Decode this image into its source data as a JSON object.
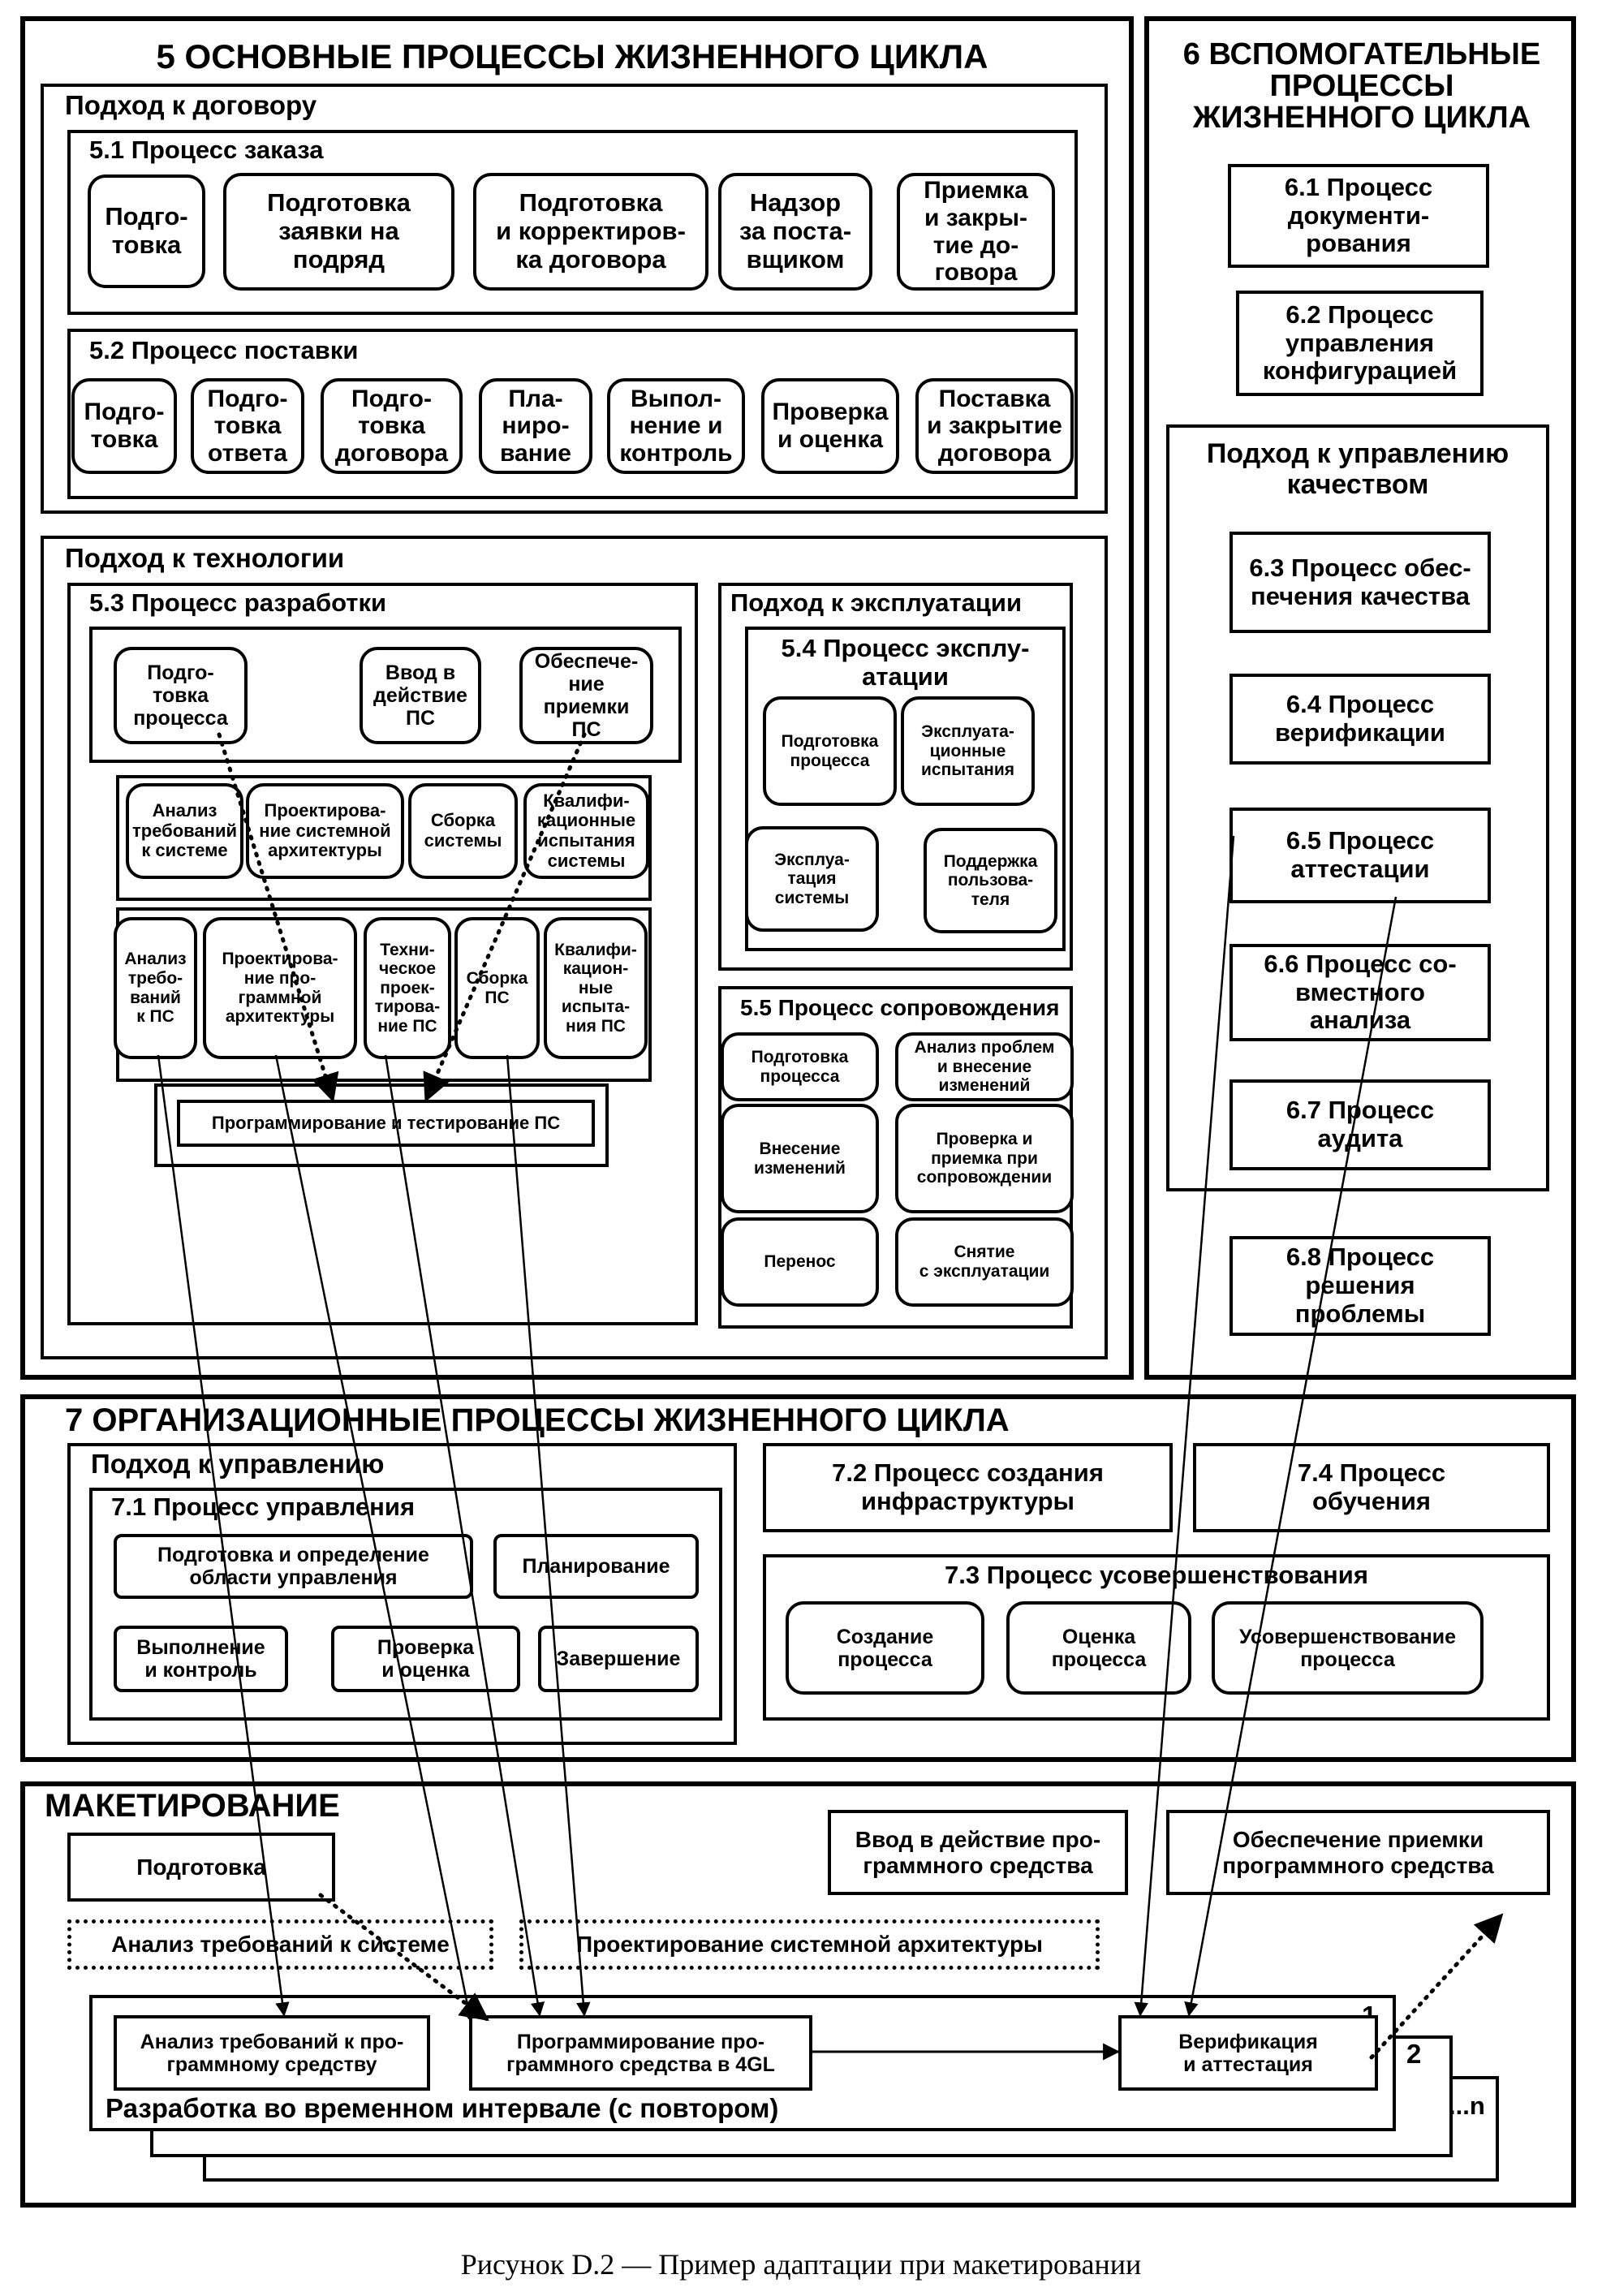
{
  "s5": {
    "title": "5 ОСНОВНЫЕ ПРОЦЕССЫ ЖИЗНЕННОГО ЦИКЛА",
    "contract": {
      "title": "Подход к договору",
      "p51": {
        "title": "5.1 Процесс заказа",
        "items": [
          "Подго-\nтовка",
          "Подготовка\nзаявки на\nподряд",
          "Подготовка\nи корректиров-\nка договора",
          "Надзор\nза поста-\nвщиком",
          "Приемка\nи закры-\nтие до-\nговора"
        ]
      },
      "p52": {
        "title": "5.2 Процесс поставки",
        "items": [
          "Подго-\nтовка",
          "Подго-\nтовка\nответа",
          "Подго-\nтовка\nдоговора",
          "Пла-\nниро-\nвание",
          "Выпол-\nнение и\nконтроль",
          "Проверка\nи оценка",
          "Поставка\nи закрытие\nдоговора"
        ]
      }
    },
    "tech": {
      "title": "Подход к технологии",
      "p53": {
        "title": "5.3 Процесс разработки",
        "top": [
          "Подго-\nтовка\nпроцесса",
          "Ввод в\nдействие\nПС",
          "Обеспече-\nние\nприемки\nПС"
        ],
        "system": [
          "Анализ\nтребований\nк системе",
          "Проектирова-\nние системной\nархитектуры",
          "Сборка\nсистемы",
          "Квалифи-\nкационные\nиспытания\nсистемы"
        ],
        "software": [
          "Анализ\nтребо-\nваний\nк ПС",
          "Проектирова-\nние про-\nграммной\nархитектуры",
          "Техни-\nческое\nпроек-\nтирова-\nние ПС",
          "Сборка\nПС",
          "Квалифи-\nкацион-\nные\nиспыта-\nния ПС"
        ],
        "coding": "Программирование и тестирование ПС"
      },
      "ops": {
        "title": "Подход к эксплуатации",
        "p54": {
          "title": "5.4 Процесс эксплу-\nатации",
          "items": [
            "Подготовка\nпроцесса",
            "Эксплуата-\nционные\nиспытания",
            "Эксплуа-\nтация\nсистемы",
            "Поддержка\nпользова-\nтеля"
          ]
        }
      },
      "p55": {
        "title": "5.5 Процесс сопровождения",
        "items": [
          "Подготовка\nпроцесса",
          "Анализ проблем\nи внесение\nизменений",
          "Внесение\nизменений",
          "Проверка и\nприемка при\nсопровождении",
          "Перенос",
          "Снятие\nс эксплуатации"
        ]
      }
    }
  },
  "s6": {
    "title": "6 ВСПОМОГАТЕЛЬНЫЕ\nПРОЦЕССЫ\nЖИЗНЕННОГО ЦИКЛА",
    "p61": "6.1 Процесс\nдокументи-\nрования",
    "p62": "6.2 Процесс\nуправления\nконфигурацией",
    "quality": {
      "title": "Подход к управлению\nкачеством",
      "items": [
        "6.3 Процесс обес-\nпечения качества",
        "6.4 Процесс\nверификации",
        "6.5 Процесс\nаттестации",
        "6.6 Процесс со-\nвместного\nанализа",
        "6.7 Процесс\nаудита"
      ]
    },
    "p68": "6.8 Процесс\nрешения\nпроблемы"
  },
  "s7": {
    "title": "7 ОРГАНИЗАЦИОННЫЕ ПРОЦЕССЫ ЖИЗНЕННОГО ЦИКЛА",
    "mgmt": {
      "title": "Подход к управлению",
      "p71": {
        "title": "7.1 Процесс управления",
        "items": [
          "Подготовка и определение\nобласти управления",
          "Планирование",
          "Выполнение\nи контроль",
          "Проверка\nи оценка",
          "Завершение"
        ]
      }
    },
    "p72": "7.2 Процесс создания\nинфраструктуры",
    "p74": "7.4 Процесс\nобучения",
    "p73": {
      "title": "7.3 Процесс усовершенствования",
      "items": [
        "Создание\nпроцесса",
        "Оценка\nпроцесса",
        "Усовершенствование\nпроцесса"
      ]
    }
  },
  "proto": {
    "title": "МАКЕТИРОВАНИЕ",
    "prep": "Подготовка",
    "install": "Ввод в действие про-\nграммного средства",
    "accept": "Обеспечение приемки\nпрограммного средства",
    "sysreq": "Анализ требований к системе",
    "sysarch": "Проектирование системной архитектуры",
    "swreq": "Анализ требований к про-\nграммному средству",
    "coding": "Программирование про-\nграммного средства в 4GL",
    "vv": "Верификация\nи аттестация",
    "loop": "Разработка во временном интервале (с повтором)",
    "n1": "1",
    "n2": "2",
    "nn": "...n"
  },
  "caption": "Рисунок D.2 — Пример адаптации при макетировании"
}
